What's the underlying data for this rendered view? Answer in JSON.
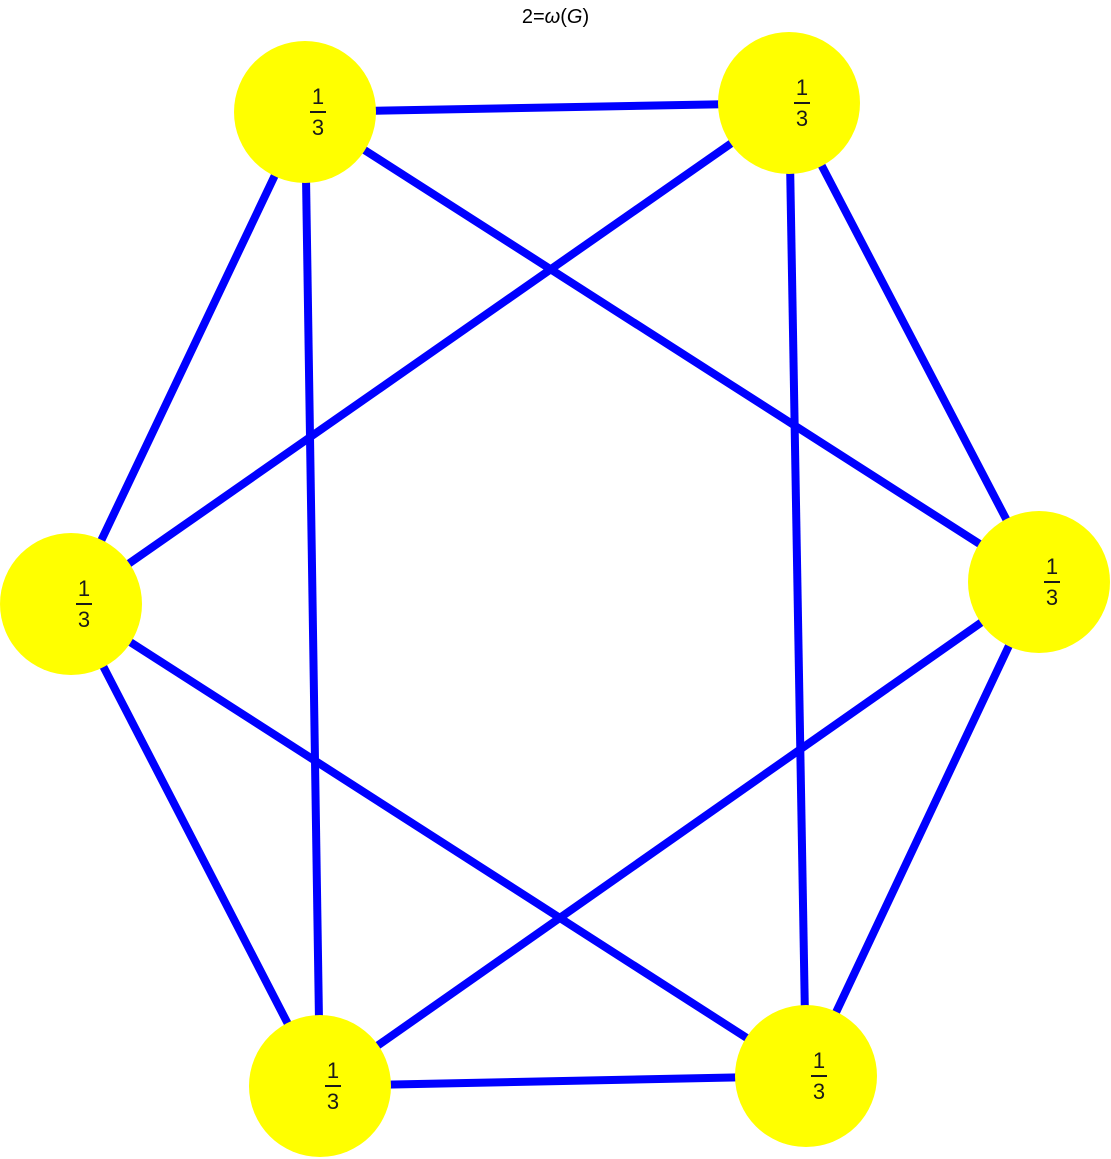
{
  "title": {
    "prefix": "2=",
    "omega": "ω",
    "open_paren": "(",
    "graph_symbol": "G",
    "close_paren": ")"
  },
  "colors": {
    "edge": "#0000ff",
    "node": "#ffff00",
    "label": "#1a1a1a"
  },
  "nodes": [
    {
      "id": "top-left",
      "weight_num": "1",
      "weight_den": "3"
    },
    {
      "id": "top-right",
      "weight_num": "1",
      "weight_den": "3"
    },
    {
      "id": "right",
      "weight_num": "1",
      "weight_den": "3"
    },
    {
      "id": "bottom-right",
      "weight_num": "1",
      "weight_den": "3"
    },
    {
      "id": "bottom-left",
      "weight_num": "1",
      "weight_den": "3"
    },
    {
      "id": "left",
      "weight_num": "1",
      "weight_den": "3"
    }
  ],
  "edges": [
    [
      "top-left",
      "top-right"
    ],
    [
      "top-left",
      "left"
    ],
    [
      "top-left",
      "bottom-left"
    ],
    [
      "top-left",
      "right"
    ],
    [
      "top-right",
      "right"
    ],
    [
      "top-right",
      "bottom-right"
    ],
    [
      "top-right",
      "left"
    ],
    [
      "right",
      "bottom-right"
    ],
    [
      "right",
      "bottom-left"
    ],
    [
      "bottom-right",
      "bottom-left"
    ],
    [
      "bottom-right",
      "left"
    ],
    [
      "bottom-left",
      "left"
    ]
  ]
}
